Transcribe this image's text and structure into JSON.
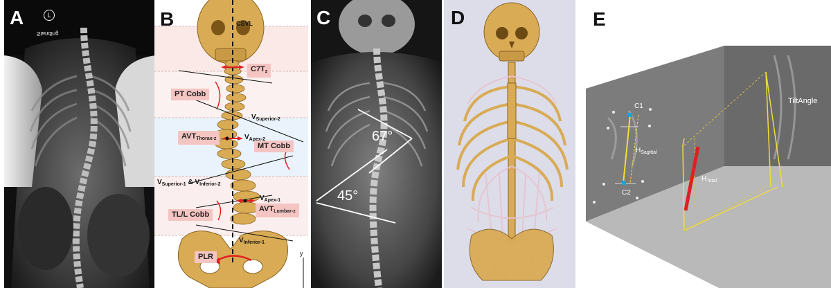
{
  "panels": {
    "a": {
      "label": "A",
      "marker": "L",
      "mirror_text": "Standing"
    },
    "b": {
      "label": "B",
      "csvl": "CSVL",
      "c7t": {
        "main": "C7T",
        "sub": "z"
      },
      "pt_cobb": "PT Cobb",
      "v_sup2": {
        "main": "V",
        "sub": "Superior-2"
      },
      "avt_thorax": {
        "main": "AVT",
        "sub": "Thorax-z"
      },
      "v_apex2": {
        "main": "V",
        "sub": "Apex-2"
      },
      "mt_cobb": "MT Cobb",
      "v_sup1_inf2": {
        "a": "V",
        "a_sub": "Superior-1",
        "amp": " & V",
        "b_sub": "Inferior-2"
      },
      "v_apex1": {
        "main": "V",
        "sub": "Apex-1"
      },
      "avt_lumbar": {
        "main": "AVT",
        "sub": "Lumbar-z"
      },
      "tll_cobb": "TL/L Cobb",
      "v_inf1": {
        "main": "V",
        "sub": "Inferior-1"
      },
      "plr": "PLR",
      "y_axis": "y"
    },
    "c": {
      "label": "C",
      "angle_upper": "67°",
      "angle_lower": "45°"
    },
    "d": {
      "label": "D"
    },
    "e": {
      "label": "E",
      "c1": "C1",
      "c2": "C2",
      "h_sagittal": {
        "main": "H",
        "sub": "Sagittal"
      },
      "h_total": {
        "main": "H",
        "sub": "Total"
      },
      "tilt_angle": "TiltAngle"
    }
  },
  "colors": {
    "bone": "#d9ab55",
    "bone_dark": "#8a6424",
    "tag_bg": "#f4c5c2",
    "measure_red": "#e02020",
    "rib_pink": "#e8c3cf",
    "marker_blue": "#1ba6d8",
    "guide_yellow": "#f2dc3a",
    "band_pink": "#fbe9e8",
    "band_blue": "#eaf3fb"
  }
}
